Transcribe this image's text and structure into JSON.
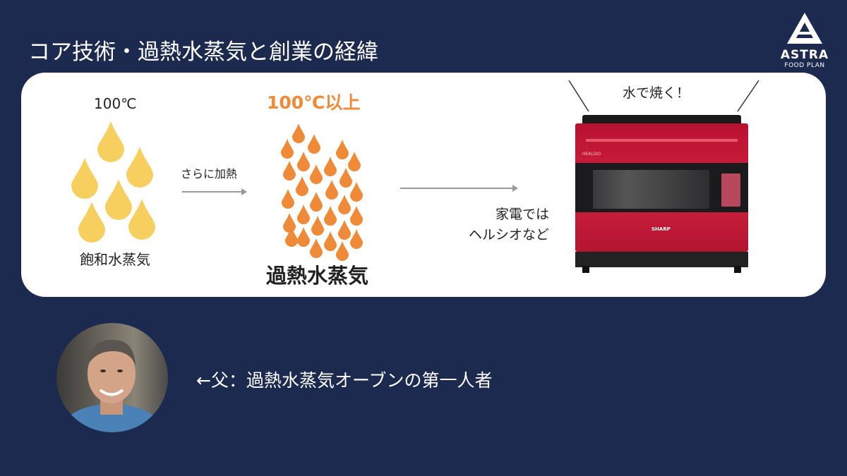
{
  "title": "コア技術・過熱水蒸気と創業の経緯",
  "logo": {
    "name": "ASTRA",
    "sub": "FOOD PLAN"
  },
  "diagram": {
    "saturated_temp": "100℃",
    "saturated_label": "飽和水蒸気",
    "arrow_label": "さらに加熱",
    "superheated_temp": "100℃以上",
    "superheated_label": "過熱水蒸気",
    "appliance_line1": "家電では",
    "appliance_line2": "ヘルシオなど",
    "bake_label": "水で焼く！",
    "oven": {
      "brand": "SHARP",
      "model": "HEALSIO"
    }
  },
  "father_caption": "←父：過熱水蒸気オーブンの第一人者",
  "colors": {
    "background": "#1c2a4f",
    "yellow_drop": "#f7cf5e",
    "orange_drop": "#ee8a38",
    "oven_red": "#c2173a"
  }
}
